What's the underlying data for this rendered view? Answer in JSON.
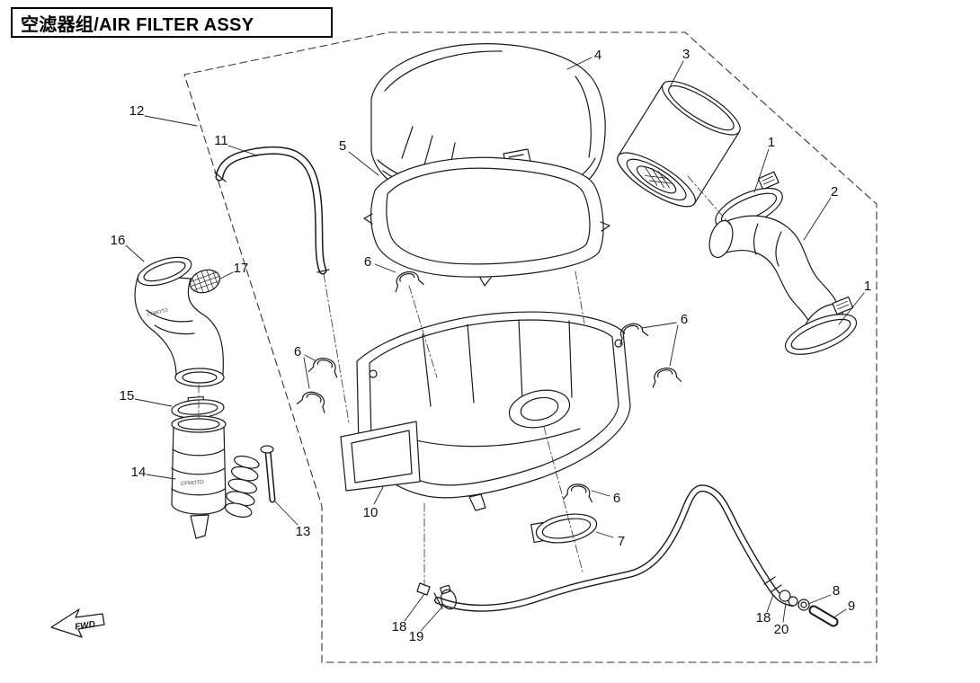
{
  "title": {
    "text": "空滤器组/AIR FILTER ASSY"
  },
  "fwd": {
    "label": "FWD"
  },
  "markings": {
    "snorkel": "CFMOTO",
    "boot": "CFMOTO"
  },
  "callouts": {
    "cover": "4",
    "element": "3",
    "clamp_upper": "1",
    "duct": "2",
    "clamp_lower": "1",
    "seal": "5",
    "boundary": "12",
    "breather_hose": "11",
    "snorkel": "16",
    "screen": "17",
    "snorkel_clamp": "15",
    "intake_boot": "14",
    "pin": "13",
    "airbox_body": "10",
    "clip_top": "6",
    "clip_left": "6",
    "clip_right": "6",
    "clip_bottom": "6",
    "drain_clamp": "7",
    "fitting": "8",
    "plug": "9",
    "hose_clip_left": "18",
    "hose_clamp_left": "19",
    "hose_band_right": "18",
    "hose_union": "20"
  }
}
